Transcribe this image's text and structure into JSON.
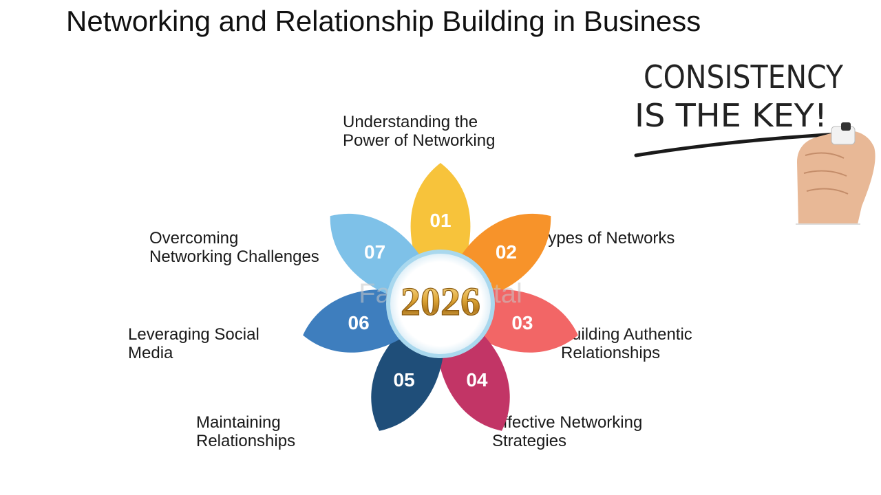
{
  "title": "Networking and Relationship Building in Business",
  "center": {
    "year": "2026",
    "watermark": "FasterCapital"
  },
  "steps": [
    {
      "num": "01",
      "color": "#F7C33B",
      "label": [
        "Understanding the",
        "Power of Networking"
      ]
    },
    {
      "num": "02",
      "color": "#F7932A",
      "label": [
        "Types of Networks"
      ]
    },
    {
      "num": "03",
      "color": "#F26666",
      "label": [
        "Building Authentic",
        "Relationships"
      ]
    },
    {
      "num": "04",
      "color": "#C23566",
      "label": [
        "Effective Networking",
        "Strategies"
      ]
    },
    {
      "num": "05",
      "color": "#1F4E79",
      "label": [
        "Maintaining",
        "Relationships"
      ]
    },
    {
      "num": "06",
      "color": "#3E7EBE",
      "label": [
        "Leveraging Social",
        "Media"
      ]
    },
    {
      "num": "07",
      "color": "#7EC1E8",
      "label": [
        "Overcoming",
        "Networking Challenges"
      ]
    }
  ],
  "slogan": {
    "line1": "CONSISTENCY",
    "line2": "IS THE KEY!"
  }
}
